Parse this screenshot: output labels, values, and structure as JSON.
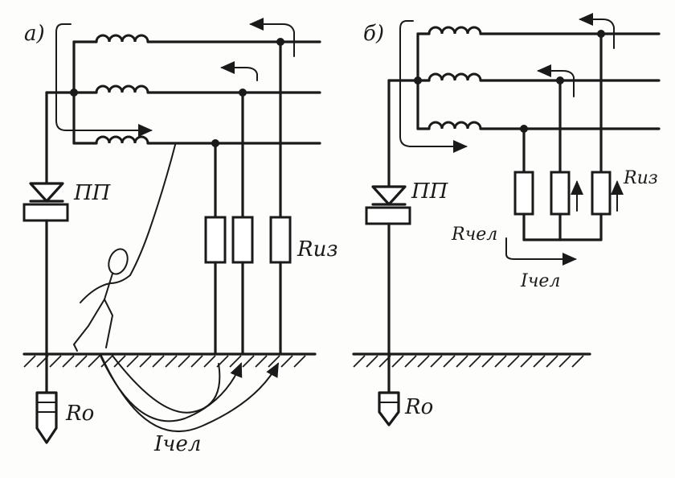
{
  "panel_a": {
    "label": "а)",
    "device": "ПП",
    "ground": "Ro",
    "insulation": "Rиз",
    "current": "Iчел"
  },
  "panel_b": {
    "label": "б)",
    "device": "ПП",
    "ground": "Ro",
    "insulation": "Rиз",
    "human_resistance": "Rчел",
    "current": "Iчел"
  }
}
